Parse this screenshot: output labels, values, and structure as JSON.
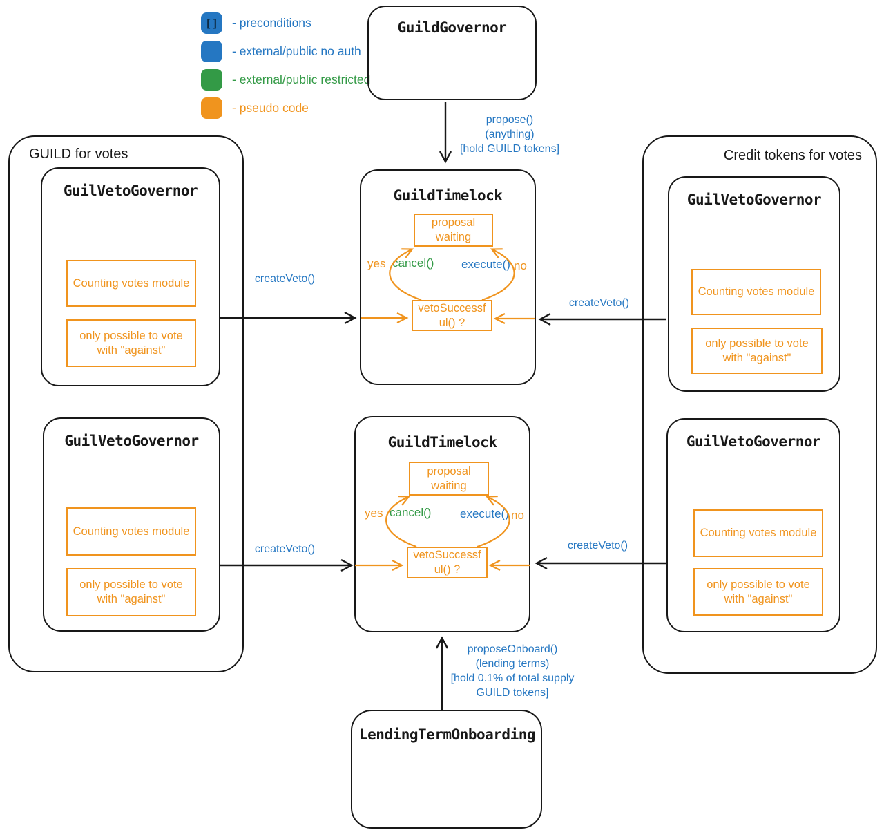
{
  "colors": {
    "blue": "#2577c2",
    "green": "#339a46",
    "orange": "#f0941e",
    "ink": "#161616",
    "bracket": "#0d2b45"
  },
  "legend": {
    "items": [
      {
        "glyph": "[]",
        "label": "- preconditions"
      },
      {
        "glyph": "",
        "label": "- external/public no auth"
      },
      {
        "glyph": "",
        "label": "- external/public restricted"
      },
      {
        "glyph": "",
        "label": "- pseudo code"
      }
    ]
  },
  "groups": {
    "left": {
      "title": "GUILD for votes"
    },
    "right": {
      "title": "Credit tokens for votes"
    }
  },
  "nodes": {
    "guild_governor": {
      "title": "GuildGovernor"
    },
    "timelock": {
      "title": "GuildTimelock",
      "proposal_waiting": "proposal\nwaiting",
      "veto_successful": "vetoSuccessf\nul() ?",
      "yes": "yes",
      "no": "no",
      "cancel": "cancel()",
      "execute": "execute()"
    },
    "veto_governor": {
      "title": "GuilVetoGovernor",
      "counting": "Counting votes module",
      "only_against": "only possible to vote\nwith \"against\""
    },
    "lending_term_onboarding": {
      "title": "LendingTermOnboarding"
    }
  },
  "edges": {
    "propose": {
      "lines": [
        "propose()",
        "(anything)",
        "[hold GUILD tokens]"
      ]
    },
    "create_veto": {
      "label": "createVeto()"
    },
    "propose_onboard": {
      "lines": [
        "proposeOnboard()",
        "(lending terms)",
        "[hold 0.1% of total supply",
        "GUILD tokens]"
      ]
    }
  }
}
